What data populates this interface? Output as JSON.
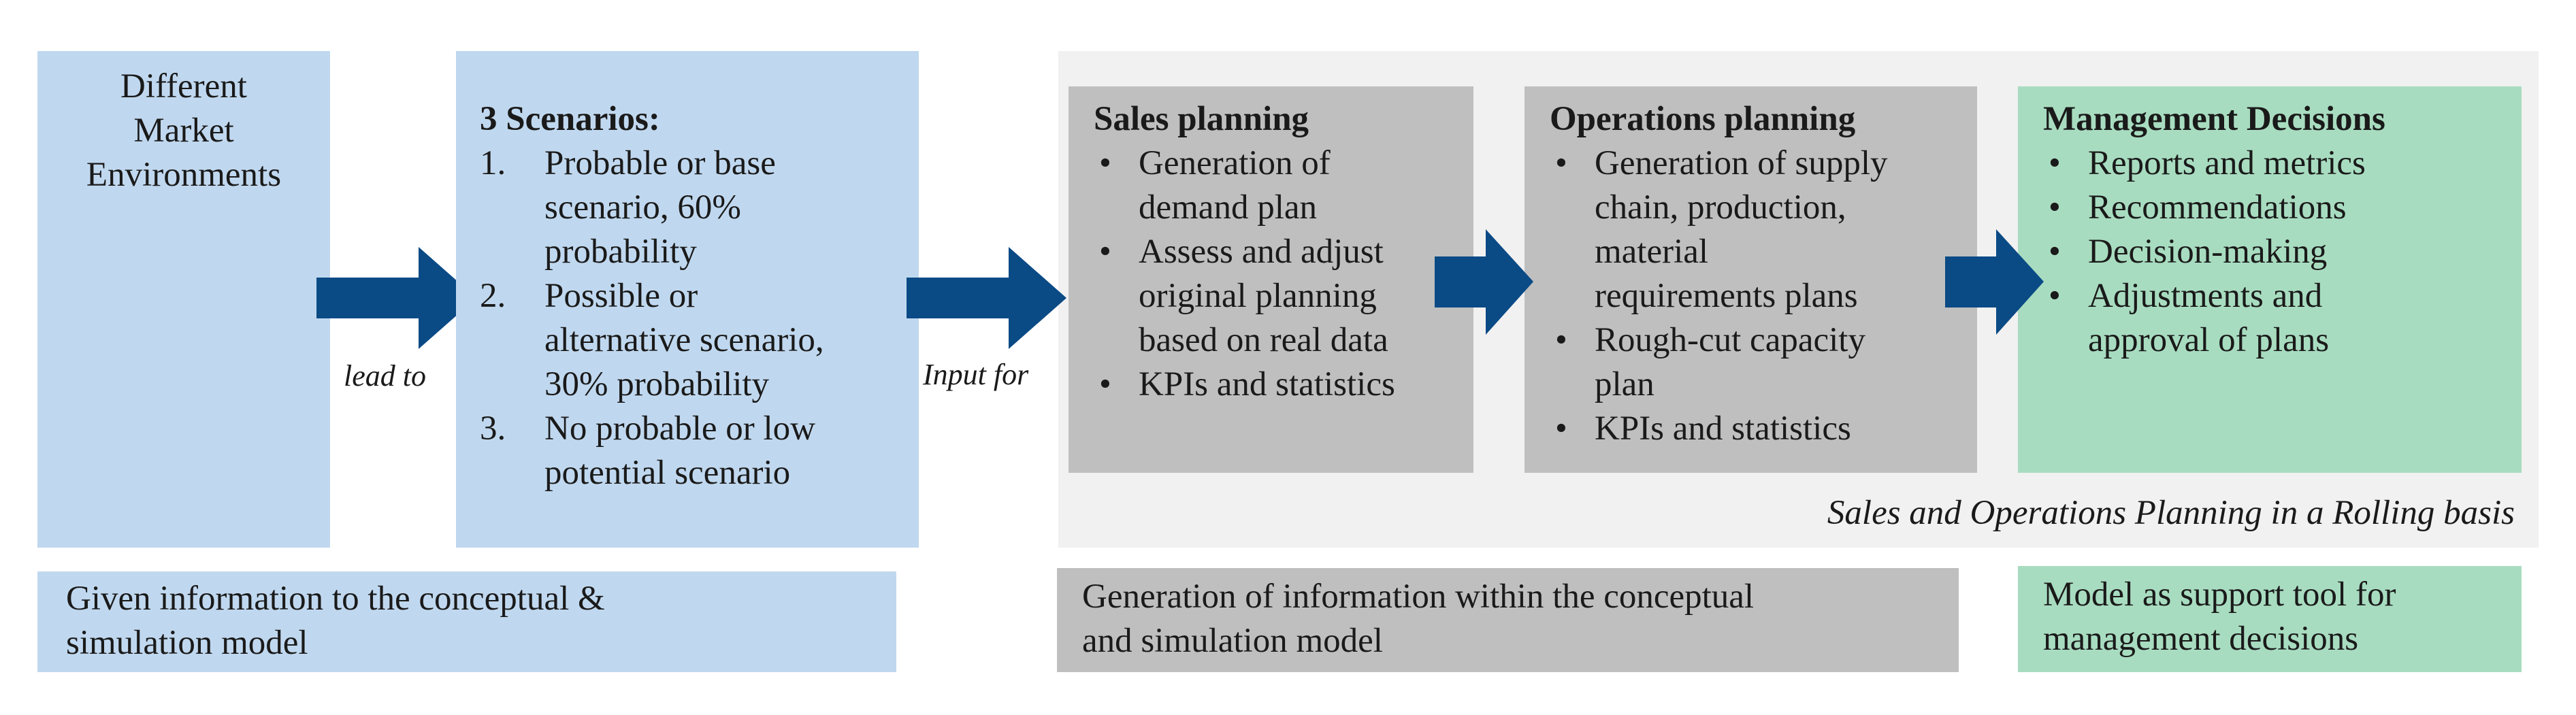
{
  "colors": {
    "blue_box": "#c0d8ef",
    "grey_box": "#bfbfbf",
    "green_box": "#a8dcc0",
    "panel_bg": "#f1f1f1",
    "arrow": "#0a4a85"
  },
  "markets": {
    "lines": [
      "Different",
      "Market",
      "Environments"
    ]
  },
  "arrow1_label": "lead to",
  "scenarios": {
    "title": "3 Scenarios:",
    "items": [
      {
        "num": "1.",
        "lines": [
          "Probable or base",
          "scenario, 60%",
          "probability"
        ]
      },
      {
        "num": "2.",
        "lines": [
          "Possible or",
          "alternative scenario,",
          "30% probability"
        ]
      },
      {
        "num": "3.",
        "lines": [
          "No probable or low",
          "potential scenario"
        ]
      }
    ]
  },
  "arrow2_label": "Input for",
  "sales": {
    "title": "Sales planning",
    "items": [
      {
        "lines": [
          "Generation of",
          "demand plan"
        ]
      },
      {
        "lines": [
          "Assess and adjust",
          "original planning",
          "based on real data"
        ]
      },
      {
        "lines": [
          "KPIs and statistics"
        ]
      }
    ]
  },
  "operations": {
    "title": "Operations planning",
    "items": [
      {
        "lines": [
          "Generation of supply",
          "chain, production,",
          "material",
          "requirements plans"
        ]
      },
      {
        "lines": [
          "Rough-cut capacity",
          "plan"
        ]
      },
      {
        "lines": [
          "KPIs and statistics"
        ]
      }
    ]
  },
  "management": {
    "title": "Management Decisions",
    "items": [
      {
        "lines": [
          "Reports and metrics"
        ]
      },
      {
        "lines": [
          "Recommendations"
        ]
      },
      {
        "lines": [
          "Decision-making"
        ]
      },
      {
        "lines": [
          "Adjustments and",
          "approval of plans"
        ]
      }
    ]
  },
  "panel_caption": "Sales and Operations Planning in a Rolling basis",
  "bottom": {
    "given": [
      "Given information to the conceptual &",
      "simulation model"
    ],
    "generation": [
      "Generation of information within the conceptual",
      "and simulation model"
    ],
    "support": [
      "Model as support tool for",
      "management decisions"
    ]
  }
}
